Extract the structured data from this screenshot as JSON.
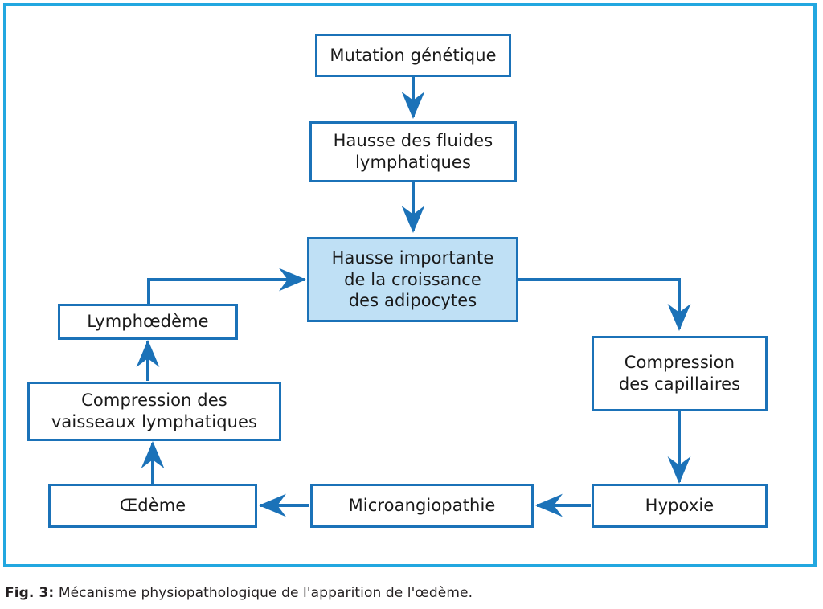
{
  "figure": {
    "frame_color": "#22A7E0",
    "box_border_color": "#1B72B8",
    "highlight_fill": "#BFE0F5",
    "connector_color": "#1B72B8",
    "caption_number": "Fig. 3:",
    "caption_text": " Mécanisme physiopathologique de l'apparition de l'œdème."
  },
  "nodes": {
    "mutation": "Mutation génétique",
    "fluides": "Hausse des fluides\nlymphatiques",
    "adipocytes": "Hausse importante\nde la croissance\ndes adipocytes",
    "capillaires": "Compression\ndes capillaires",
    "hypoxie": "Hypoxie",
    "microangiopathie": "Microangiopathie",
    "oedeme": "Œdème",
    "vaisseaux": "Compression des\nvaisseaux lymphatiques",
    "lymphoedeme": "Lymphœdème"
  },
  "chart_data": {
    "type": "diagram",
    "title": "Mécanisme physiopathologique de l'apparition de l'œdème",
    "diagram_kind": "flowchart-cycle",
    "steps": [
      "Mutation génétique",
      "Hausse des fluides lymphatiques",
      "Hausse importante de la croissance des adipocytes",
      "Compression des capillaires",
      "Hypoxie",
      "Microangiopathie",
      "Œdème",
      "Compression des vaisseaux lymphatiques",
      "Lymphœdème"
    ],
    "edges": [
      {
        "from": "Mutation génétique",
        "to": "Hausse des fluides lymphatiques",
        "direction": "down"
      },
      {
        "from": "Hausse des fluides lymphatiques",
        "to": "Hausse importante de la croissance des adipocytes",
        "direction": "down"
      },
      {
        "from": "Hausse importante de la croissance des adipocytes",
        "to": "Compression des capillaires",
        "direction": "right-then-down"
      },
      {
        "from": "Compression des capillaires",
        "to": "Hypoxie",
        "direction": "down"
      },
      {
        "from": "Hypoxie",
        "to": "Microangiopathie",
        "direction": "left"
      },
      {
        "from": "Microangiopathie",
        "to": "Œdème",
        "direction": "left"
      },
      {
        "from": "Œdème",
        "to": "Compression des vaisseaux lymphatiques",
        "direction": "up"
      },
      {
        "from": "Compression des vaisseaux lymphatiques",
        "to": "Lymphœdème",
        "direction": "up"
      },
      {
        "from": "Lymphœdème",
        "to": "Hausse importante de la croissance des adipocytes",
        "direction": "up-then-right"
      }
    ],
    "highlighted_node": "Hausse importante de la croissance des adipocytes"
  }
}
